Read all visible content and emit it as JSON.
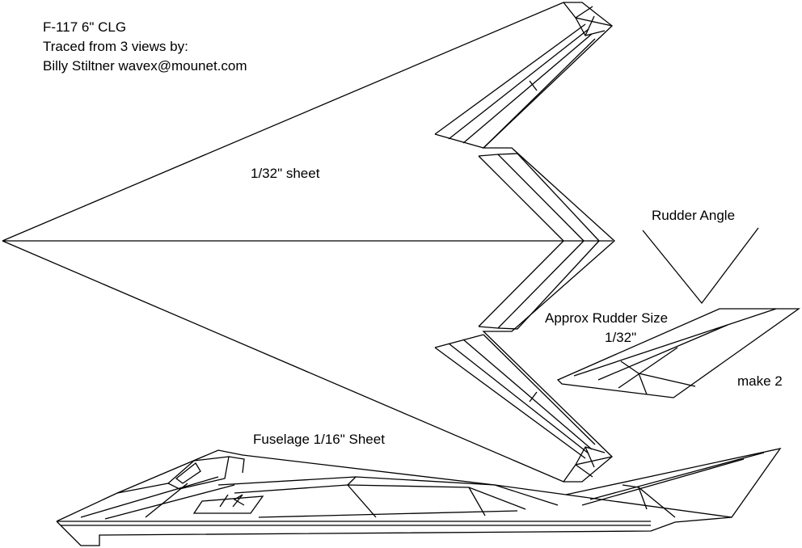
{
  "header": {
    "line1": "F-117 6\" CLG",
    "line2": "Traced from 3 views by:",
    "line3": "Billy Stiltner wavex@mounet.com"
  },
  "wing": {
    "label": "1/32\" sheet"
  },
  "rudder": {
    "angle_label": "Rudder Angle",
    "size_label": "Approx Rudder Size",
    "thickness_label": "1/32\"",
    "quantity_label": "make 2"
  },
  "fuselage": {
    "label": "Fuselage 1/16\" Sheet"
  }
}
